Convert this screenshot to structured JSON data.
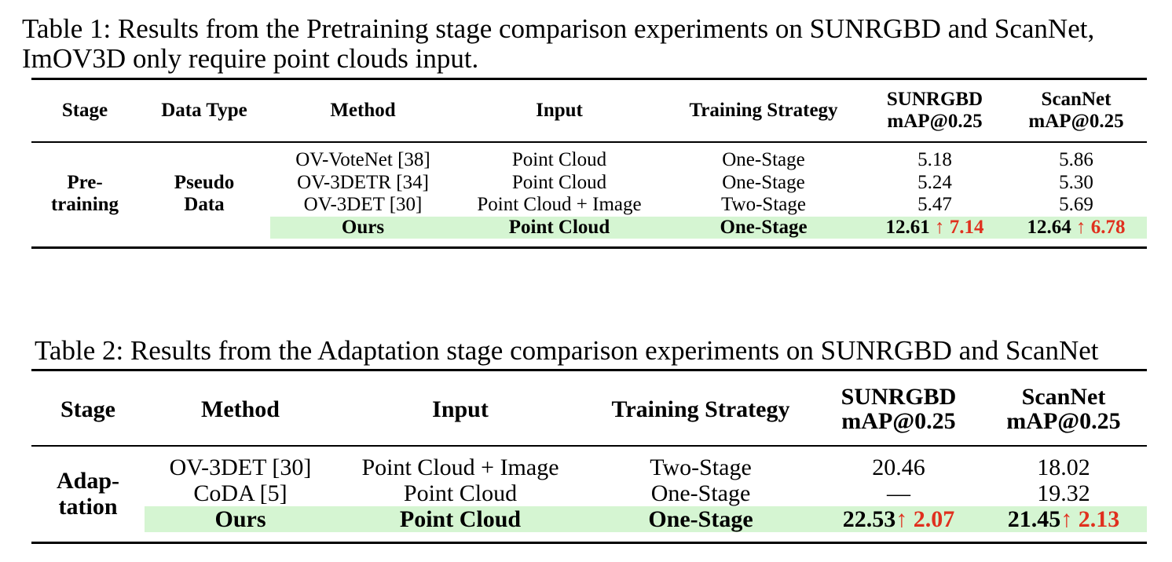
{
  "table1": {
    "caption_line1": "Table 1: Results from the Pretraining stage comparison experiments on SUNRGBD and ScanNet,",
    "caption_line2": "ImOV3D only require point clouds input.",
    "headers": {
      "stage": "Stage",
      "data_type": "Data Type",
      "method": "Method",
      "input": "Input",
      "training_strategy": "Training Strategy",
      "sunrgbd_l1": "SUNRGBD",
      "sunrgbd_l2": "mAP@0.25",
      "scannet_l1": "ScanNet",
      "scannet_l2": "mAP@0.25"
    },
    "stage_l1": "Pre-",
    "stage_l2": "training",
    "data_type_l1": "Pseudo",
    "data_type_l2": "Data",
    "rows": [
      {
        "method": "OV-VoteNet [38]",
        "input": "Point Cloud",
        "strategy": "One-Stage",
        "sunrgbd": "5.18",
        "scannet": "5.86"
      },
      {
        "method": "OV-3DETR [34]",
        "input": "Point Cloud",
        "strategy": "One-Stage",
        "sunrgbd": "5.24",
        "scannet": "5.30"
      },
      {
        "method": "OV-3DET [30]",
        "input": "Point Cloud + Image",
        "strategy": "Two-Stage",
        "sunrgbd": "5.47",
        "scannet": "5.69"
      },
      {
        "method": "Ours",
        "input": "Point Cloud",
        "strategy": "One-Stage",
        "sunrgbd": "12.61",
        "sunrgbd_gain": "↑ 7.14",
        "scannet": "12.64",
        "scannet_gain": "↑ 6.78"
      }
    ]
  },
  "table2": {
    "caption": "Table 2: Results from the Adaptation stage comparison experiments on SUNRGBD and ScanNet",
    "headers": {
      "stage": "Stage",
      "method": "Method",
      "input": "Input",
      "training_strategy": "Training Strategy",
      "sunrgbd_l1": "SUNRGBD",
      "sunrgbd_l2": "mAP@0.25",
      "scannet_l1": "ScanNet",
      "scannet_l2": "mAP@0.25"
    },
    "stage_l1": "Adap-",
    "stage_l2": "tation",
    "rows": [
      {
        "method": "OV-3DET [30]",
        "input": "Point Cloud + Image",
        "strategy": "Two-Stage",
        "sunrgbd": "20.46",
        "scannet": "18.02"
      },
      {
        "method": "CoDA [5]",
        "input": "Point Cloud",
        "strategy": "One-Stage",
        "sunrgbd": "—",
        "scannet": "19.32"
      },
      {
        "method": "Ours",
        "input": "Point Cloud",
        "strategy": "One-Stage",
        "sunrgbd": "22.53",
        "sunrgbd_gain": "↑ 2.07",
        "scannet": "21.45",
        "scannet_gain": "↑ 2.13"
      }
    ]
  },
  "colors": {
    "highlight_row": "#d5f5d2",
    "gain_arrow": "#e0301e"
  }
}
